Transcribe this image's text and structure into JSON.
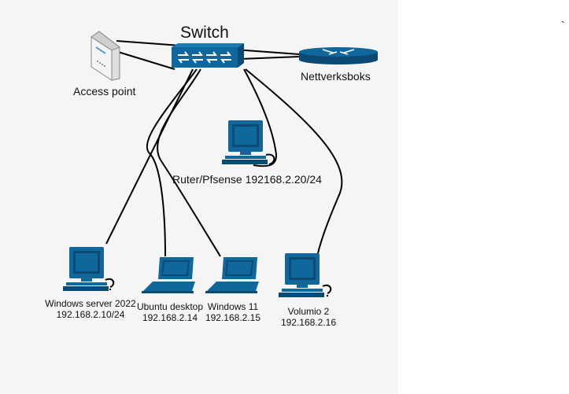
{
  "diagram": {
    "switch_label": "Switch",
    "access_point_label": "Access point",
    "nettverksboks_label": "Nettverksboks",
    "ruter_label": "Ruter/Pfsense 192168.2.20/24",
    "pcs": [
      {
        "name": "Windows server 2022",
        "ip": "192.168.2.10/24"
      },
      {
        "name": "Ubuntu desktop",
        "ip": "192.168.2.14"
      },
      {
        "name": "Windows 11",
        "ip": "192.168.2.15"
      },
      {
        "name": "Volumio 2",
        "ip": "192.168.2.16"
      }
    ],
    "corner_mark": "`"
  },
  "colors": {
    "device_blue": "#10679c",
    "device_dark": "#0b4a72",
    "canvas_bg": "#f5f5f5",
    "line": "#000000"
  }
}
